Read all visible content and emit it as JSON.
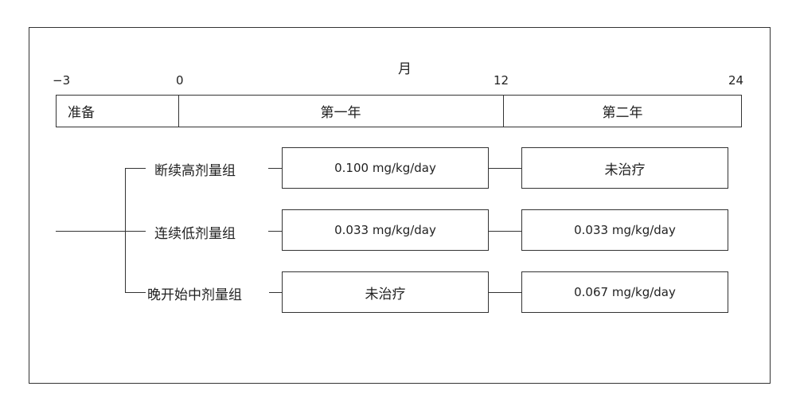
{
  "axis": {
    "unit": "月",
    "ticks": [
      "−3",
      "0",
      "12",
      "24"
    ]
  },
  "phases": [
    "准备",
    "第一年",
    "第二年"
  ],
  "groups": [
    {
      "name": "断续高剂量组",
      "year1": "0.100 mg/kg/day",
      "year2": "未治疗"
    },
    {
      "name": "连续低剂量组",
      "year1": "0.033 mg/kg/day",
      "year2": "0.033 mg/kg/day"
    },
    {
      "name": "晚开始中剂量组",
      "year1": "未治疗",
      "year2": "0.067 mg/kg/day"
    }
  ]
}
